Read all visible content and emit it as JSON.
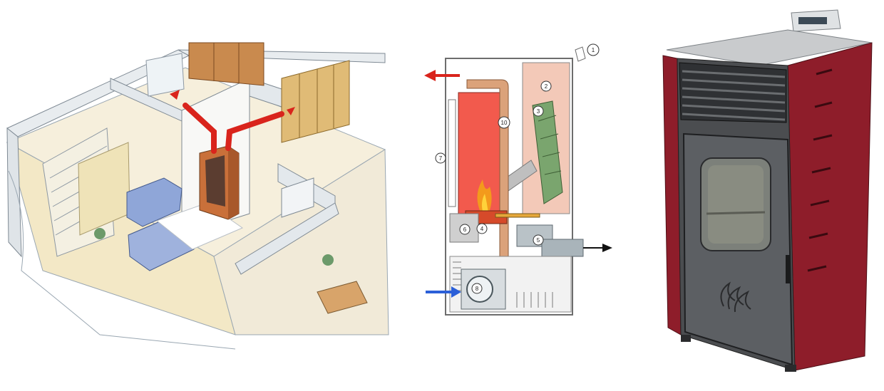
{
  "colors": {
    "warm_air": "#d9241c",
    "cold_air": "#2b5fd8",
    "combustion_chamber": "#f25a4d",
    "pellet_hopper": "#f3c9b8",
    "stove_body": "#8e1d2a",
    "stove_front": "#4b4d50",
    "stove_top": "#c9cbcd"
  },
  "panels": [
    {
      "id": "house-illustration",
      "kind": "isometric interior drawing"
    },
    {
      "id": "stove-cutaway",
      "kind": "cross-section diagram"
    },
    {
      "id": "stove-product",
      "kind": "product photo"
    }
  ],
  "callouts": [
    {
      "number": "1"
    },
    {
      "number": "2"
    },
    {
      "number": "3"
    },
    {
      "number": "4"
    },
    {
      "number": "5"
    },
    {
      "number": "6"
    },
    {
      "number": "7"
    },
    {
      "number": "8"
    },
    {
      "number": "10"
    }
  ],
  "arrows": [
    {
      "id": "warm-air-out",
      "color": "warm_air",
      "direction": "left"
    },
    {
      "id": "cold-air-in",
      "color": "cold_air",
      "direction": "right"
    },
    {
      "id": "exhaust-out",
      "color": "black",
      "direction": "right"
    }
  ]
}
